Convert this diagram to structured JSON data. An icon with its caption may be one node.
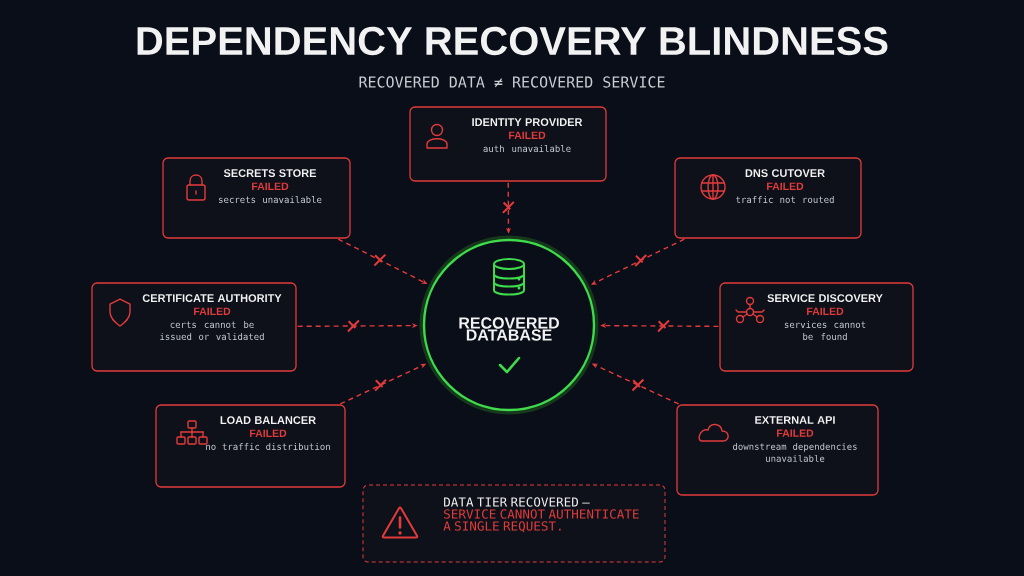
{
  "diagram": {
    "title": "DEPENDENCY RECOVERY BLINDNESS",
    "nodes": [
      {
        "text": [
          "IDENTITY PROVIDER",
          "FAILED",
          "auth unavailable"
        ]
      },
      {
        "text": [
          "SECRETS STORE",
          "FAILED",
          "secrets unavailable"
        ]
      },
      {
        "text": [
          "DNS CUTOVER",
          "FAILED",
          "traffic not routed"
        ]
      },
      {
        "text": [
          "CERTIFICATE AUTHORITY",
          "FAILED",
          "certs cannot be issued or validated"
        ]
      },
      {
        "text": [
          "RECOVERED DATABASE"
        ]
      },
      {
        "text": [
          "SERVICE DISCOVERY",
          "FAILED",
          "services cannot be found"
        ]
      },
      {
        "text": [
          "LOAD BALANCER",
          "FAILED",
          "no traffic distribution"
        ]
      },
      {
        "text": [
          "EXTERNAL API",
          "FAILED",
          "downstream dependencies unavailable"
        ]
      },
      {
        "text": [
          "DATA TIER RECOVERED –",
          "SERVICE CANNOT AUTHENTICATE A SINGLE REQUEST."
        ]
      }
    ],
    "edges": [
      {
        "from": 0,
        "to": 4,
        "arrow": "to",
        "style": "dashed"
      },
      {
        "from": 1,
        "to": 4,
        "arrow": "to",
        "style": "dashed"
      },
      {
        "from": 2,
        "to": 4,
        "arrow": "to",
        "style": "dashed"
      },
      {
        "from": 3,
        "to": 4,
        "arrow": "to",
        "style": "dashed"
      },
      {
        "from": 5,
        "to": 4,
        "arrow": "to",
        "style": "dashed"
      },
      {
        "from": 6,
        "to": 4,
        "arrow": "to",
        "style": "dashed"
      },
      {
        "from": 7,
        "to": 4,
        "arrow": "to",
        "style": "dashed"
      }
    ],
    "labels": [
      "RECOVERED DATA ≠ RECOVERED SERVICE"
    ]
  }
}
